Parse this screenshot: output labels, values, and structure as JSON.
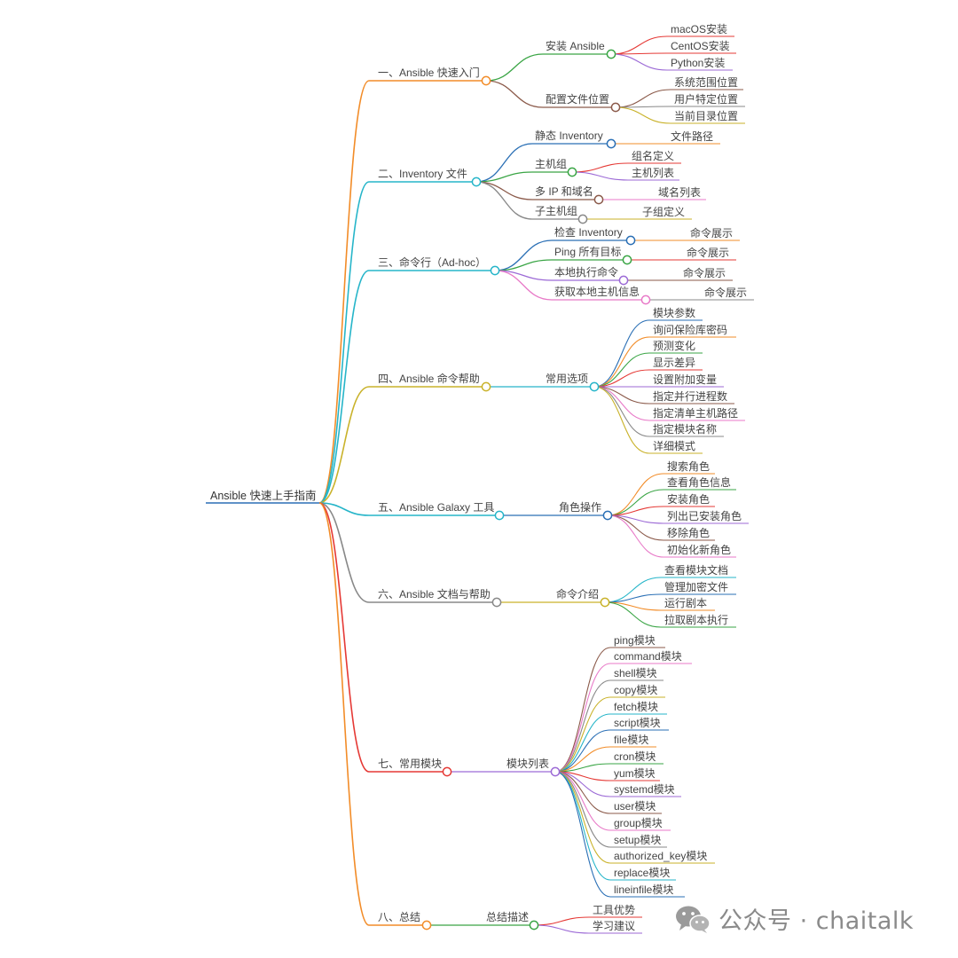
{
  "root": {
    "label": "Ansible 快速上手指南"
  },
  "sections": [
    {
      "label": "一、Ansible 快速入门",
      "color": "#f28c28",
      "children": [
        {
          "label": "安装 Ansible",
          "color": "#3aa545",
          "leaves": [
            {
              "label": "macOS安装",
              "color": "#e53935"
            },
            {
              "label": "CentOS安装",
              "color": "#e53935"
            },
            {
              "label": "Python安装",
              "color": "#9c6ad6"
            }
          ]
        },
        {
          "label": "配置文件位置",
          "color": "#8b5a4a",
          "leaves": [
            {
              "label": "系统范围位置",
              "color": "#8b5a4a"
            },
            {
              "label": "用户特定位置",
              "color": "#888888"
            },
            {
              "label": "当前目录位置",
              "color": "#c9b22a"
            }
          ]
        }
      ]
    },
    {
      "label": "二、Inventory 文件",
      "color": "#26b5c9",
      "children": [
        {
          "label": "静态 Inventory",
          "color": "#2a6fb5",
          "leaves": [
            {
              "label": "文件路径",
              "color": "#f28c28"
            }
          ]
        },
        {
          "label": "主机组",
          "color": "#3aa545",
          "leaves": [
            {
              "label": "组名定义",
              "color": "#e53935"
            },
            {
              "label": "主机列表",
              "color": "#9c6ad6"
            }
          ]
        },
        {
          "label": "多 IP 和域名",
          "color": "#8b5a4a",
          "leaves": [
            {
              "label": "域名列表",
              "color": "#e87ac8"
            }
          ]
        },
        {
          "label": "子主机组",
          "color": "#888888",
          "leaves": [
            {
              "label": "子组定义",
              "color": "#c9b22a"
            }
          ]
        }
      ]
    },
    {
      "label": "三、命令行（Ad-hoc）",
      "color": "#26b5c9",
      "children": [
        {
          "label": "检查 Inventory",
          "color": "#2a6fb5",
          "leaves": [
            {
              "label": "命令展示",
              "color": "#f28c28"
            }
          ]
        },
        {
          "label": "Ping 所有目标",
          "color": "#3aa545",
          "leaves": [
            {
              "label": "命令展示",
              "color": "#e53935"
            }
          ]
        },
        {
          "label": "本地执行命令",
          "color": "#9c6ad6",
          "leaves": [
            {
              "label": "命令展示",
              "color": "#8b5a4a"
            }
          ]
        },
        {
          "label": "获取本地主机信息",
          "color": "#e87ac8",
          "leaves": [
            {
              "label": "命令展示",
              "color": "#888888"
            }
          ]
        }
      ]
    },
    {
      "label": "四、Ansible 命令帮助",
      "color": "#c9b22a",
      "children": [
        {
          "label": "常用选项",
          "color": "#26b5c9",
          "leaves": [
            {
              "label": "模块参数",
              "color": "#2a6fb5"
            },
            {
              "label": "询问保险库密码",
              "color": "#f28c28"
            },
            {
              "label": "预测变化",
              "color": "#3aa545"
            },
            {
              "label": "显示差异",
              "color": "#e53935"
            },
            {
              "label": "设置附加变量",
              "color": "#9c6ad6"
            },
            {
              "label": "指定并行进程数",
              "color": "#8b5a4a"
            },
            {
              "label": "指定清单主机路径",
              "color": "#e87ac8"
            },
            {
              "label": "指定模块名称",
              "color": "#888888"
            },
            {
              "label": "详细模式",
              "color": "#c9b22a"
            }
          ]
        }
      ]
    },
    {
      "label": "五、Ansible Galaxy 工具",
      "color": "#26b5c9",
      "children": [
        {
          "label": "角色操作",
          "color": "#2a6fb5",
          "leaves": [
            {
              "label": "搜索角色",
              "color": "#f28c28"
            },
            {
              "label": "查看角色信息",
              "color": "#3aa545"
            },
            {
              "label": "安装角色",
              "color": "#e53935"
            },
            {
              "label": "列出已安装角色",
              "color": "#9c6ad6"
            },
            {
              "label": "移除角色",
              "color": "#8b5a4a"
            },
            {
              "label": "初始化新角色",
              "color": "#e87ac8"
            }
          ]
        }
      ]
    },
    {
      "label": "六、Ansible 文档与帮助",
      "color": "#888888",
      "children": [
        {
          "label": "命令介绍",
          "color": "#c9b22a",
          "leaves": [
            {
              "label": "查看模块文档",
              "color": "#26b5c9"
            },
            {
              "label": "管理加密文件",
              "color": "#2a6fb5"
            },
            {
              "label": "运行剧本",
              "color": "#f28c28"
            },
            {
              "label": "拉取剧本执行",
              "color": "#3aa545"
            }
          ]
        }
      ]
    },
    {
      "label": "七、常用模块",
      "color": "#e53935",
      "children": [
        {
          "label": "模块列表",
          "color": "#9c6ad6",
          "leaves": [
            {
              "label": "ping模块",
              "color": "#8b5a4a"
            },
            {
              "label": "command模块",
              "color": "#e87ac8"
            },
            {
              "label": "shell模块",
              "color": "#888888"
            },
            {
              "label": "copy模块",
              "color": "#c9b22a"
            },
            {
              "label": "fetch模块",
              "color": "#26b5c9"
            },
            {
              "label": "script模块",
              "color": "#2a6fb5"
            },
            {
              "label": "file模块",
              "color": "#f28c28"
            },
            {
              "label": "cron模块",
              "color": "#3aa545"
            },
            {
              "label": "yum模块",
              "color": "#e53935"
            },
            {
              "label": "systemd模块",
              "color": "#9c6ad6"
            },
            {
              "label": "user模块",
              "color": "#8b5a4a"
            },
            {
              "label": "group模块",
              "color": "#e87ac8"
            },
            {
              "label": "setup模块",
              "color": "#888888"
            },
            {
              "label": "authorized_key模块",
              "color": "#c9b22a"
            },
            {
              "label": "replace模块",
              "color": "#26b5c9"
            },
            {
              "label": "lineinfile模块",
              "color": "#2a6fb5"
            }
          ]
        }
      ]
    },
    {
      "label": "八、总结",
      "color": "#f28c28",
      "children": [
        {
          "label": "总结描述",
          "color": "#3aa545",
          "leaves": [
            {
              "label": "工具优势",
              "color": "#e53935"
            },
            {
              "label": "学习建议",
              "color": "#9c6ad6"
            }
          ]
        }
      ]
    }
  ],
  "watermark": {
    "text": "公众号 · chaitalk",
    "icon": "wechat-icon"
  }
}
